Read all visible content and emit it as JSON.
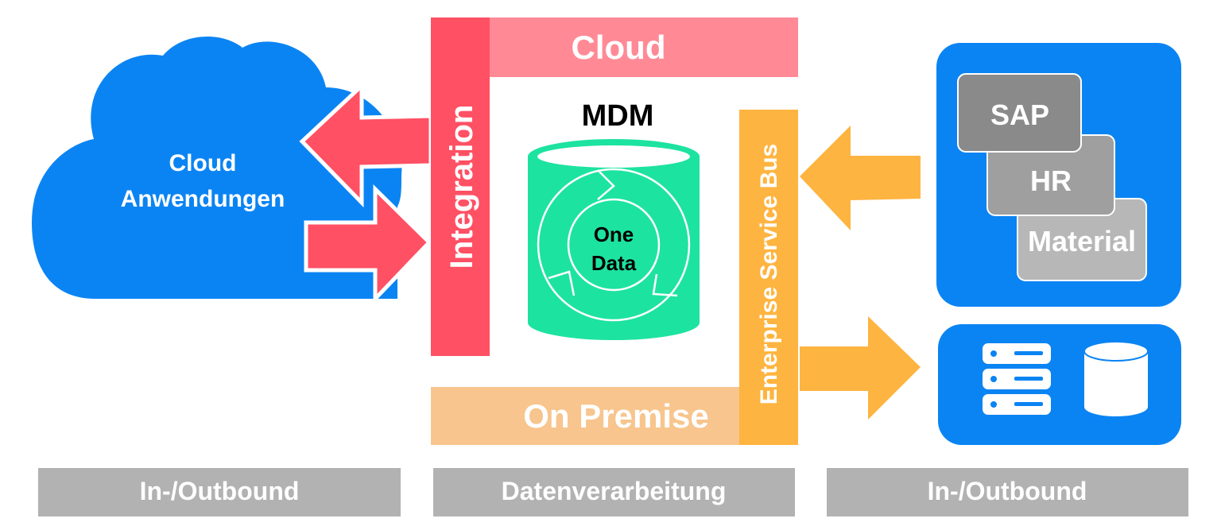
{
  "cloud_apps": {
    "line1": "Cloud",
    "line2": "Anwendungen"
  },
  "integration_label": "Integration",
  "cloud_band_label": "Cloud",
  "mdm": {
    "title": "MDM",
    "core_line1": "One",
    "core_line2": "Data"
  },
  "esb_label": "Enterprise Service Bus",
  "on_premise_label": "On Premise",
  "systems": [
    "SAP",
    "HR",
    "Material"
  ],
  "footer": {
    "left": "In-/Outbound",
    "middle": "Datenverarbeitung",
    "right": "In-/Outbound"
  },
  "colors": {
    "cloud_blue": "#0b84f3",
    "integration_red": "#ff5064",
    "cloud_band_pink": "#ff8a96",
    "esb_orange": "#feb440",
    "on_premise_peach": "#f7c58d",
    "mdm_green": "#1de3a0",
    "system_gray": "#8a8a8a",
    "footer_gray": "#b2b2b2"
  }
}
